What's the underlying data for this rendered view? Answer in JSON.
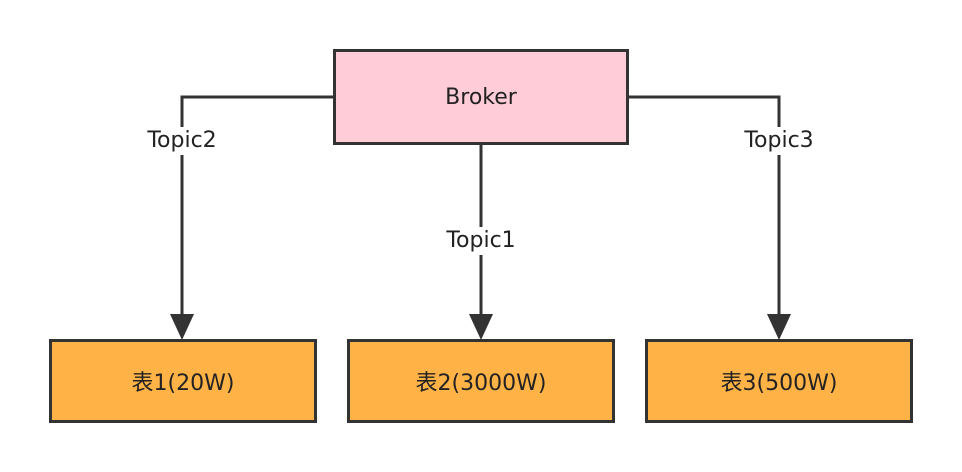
{
  "broker": {
    "label": "Broker",
    "fill": "#FFCCD8"
  },
  "tables": [
    {
      "label": "表1(20W)"
    },
    {
      "label": "表2(3000W)"
    },
    {
      "label": "表3(500W)"
    }
  ],
  "table_fill": "#FFB347",
  "edges": [
    {
      "label": "Topic2"
    },
    {
      "label": "Topic1"
    },
    {
      "label": "Topic3"
    }
  ],
  "stroke_color": "#333333"
}
